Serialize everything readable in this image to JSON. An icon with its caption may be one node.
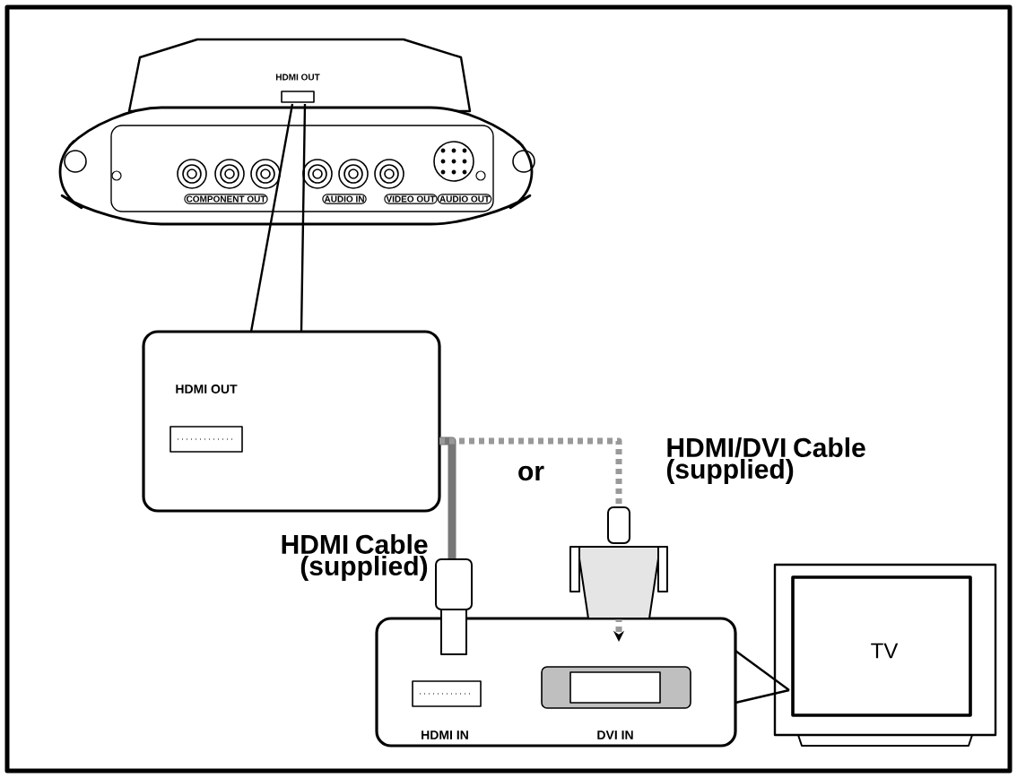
{
  "diagram": {
    "nodes": [
      {
        "text": [
          "HDMI OUT",
          "COMPONENT OUT",
          "AUDIO IN",
          "VIDEO OUT",
          "AUDIO OUT"
        ]
      },
      {
        "text": [
          "HDMI OUT"
        ]
      },
      {
        "text": [
          "HDMI IN",
          "DVI IN"
        ]
      },
      {
        "text": [
          "TV"
        ]
      }
    ],
    "edges": [
      {
        "from": 0,
        "to": 1,
        "arrow": "none"
      },
      {
        "from": 1,
        "to": 2,
        "arrow": "none",
        "label": "HDMI Cable (supplied)",
        "style": "thick",
        "color": "#777777"
      },
      {
        "from": 1,
        "to": 2,
        "arrow": "to",
        "label": "HDMI/DVI Cable (supplied)",
        "style": "dashed",
        "color": "#999999"
      },
      {
        "from": 2,
        "to": 3,
        "arrow": "none"
      }
    ],
    "labels": [
      "or"
    ]
  }
}
